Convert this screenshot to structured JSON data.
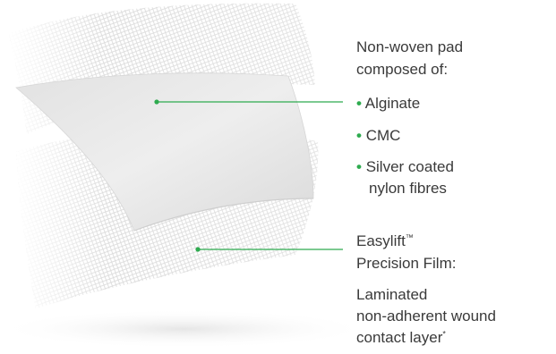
{
  "pad": {
    "heading_line1": "Non-woven pad",
    "heading_line2": "composed of:",
    "items": [
      {
        "bullet": "•",
        "line1": "Alginate",
        "line2": ""
      },
      {
        "bullet": "•",
        "line1": "CMC",
        "line2": ""
      },
      {
        "bullet": "•",
        "line1": "Silver coated",
        "line2": "nylon fibres"
      }
    ]
  },
  "film": {
    "name": "Easylift",
    "trademark": "™",
    "line2": "Precision Film:",
    "desc_line1": "Laminated",
    "desc_line2": "non-adherent wound",
    "desc_line3": "contact layer",
    "footnote_mark": "*"
  },
  "colors": {
    "accent": "#2eab4f",
    "text": "#3a3a3a",
    "layer_fill": "#eeeeee",
    "mesh": "#d8d8d8"
  }
}
